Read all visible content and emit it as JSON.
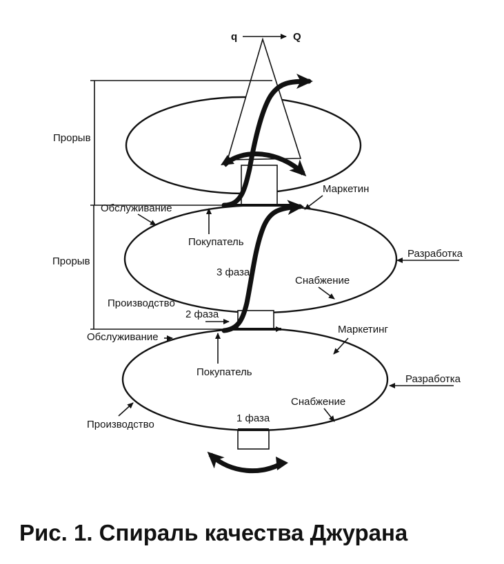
{
  "diagram": {
    "top_axis": {
      "left": "q",
      "right": "Q"
    },
    "levels": [
      {
        "name": "top",
        "side_label": "Прорыв"
      },
      {
        "name": "middle",
        "side_label": "Прорыв",
        "labels": {
          "service": "Обслуживание",
          "customer": "Покупатель",
          "marketing": "Маркетин",
          "development": "Разработка",
          "supply": "Снабжение",
          "production": "Производство",
          "phase": "3 фаза"
        }
      },
      {
        "name": "bottom",
        "labels": {
          "service": "Обслуживание",
          "customer": "Покупатель",
          "marketing": "Маркетинг",
          "development": "Разработка",
          "supply": "Снабжение",
          "production": "Производство",
          "phase": "1 фаза"
        }
      }
    ],
    "phase2": "2 фаза"
  },
  "caption": "Рис. 1. Спираль качества Джурана"
}
